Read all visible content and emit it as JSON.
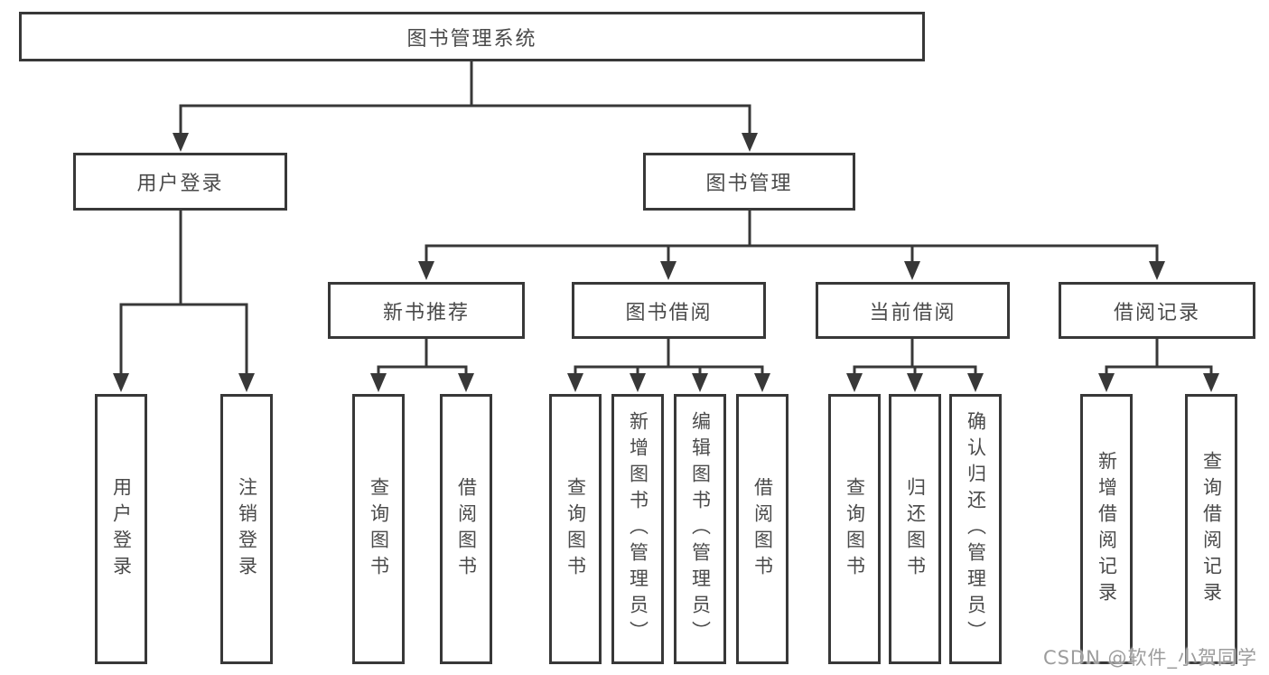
{
  "diagram": {
    "type": "hierarchy",
    "colors": {
      "line": "#383838",
      "box_border": "#383838",
      "box_background": "#ffffff",
      "text": "#4a4a4a",
      "watermark": "#9c9c9c",
      "page_background": "#ffffff"
    },
    "tree": {
      "label": "图书管理系统",
      "children": [
        {
          "label": "用户登录",
          "children": [
            {
              "label": "用户登录"
            },
            {
              "label": "注销登录"
            }
          ]
        },
        {
          "label": "图书管理",
          "children": [
            {
              "label": "新书推荐",
              "children": [
                {
                  "label": "查询图书"
                },
                {
                  "label": "借阅图书"
                }
              ]
            },
            {
              "label": "图书借阅",
              "children": [
                {
                  "label": "查询图书"
                },
                {
                  "label": "新增图书（管理员）"
                },
                {
                  "label": "编辑图书（管理员）"
                },
                {
                  "label": "借阅图书"
                }
              ]
            },
            {
              "label": "当前借阅",
              "children": [
                {
                  "label": "查询图书"
                },
                {
                  "label": "归还图书"
                },
                {
                  "label": "确认归还（管理员）"
                }
              ]
            },
            {
              "label": "借阅记录",
              "children": [
                {
                  "label": "新增借阅记录"
                },
                {
                  "label": "查询借阅记录"
                }
              ]
            }
          ]
        }
      ]
    },
    "watermark": {
      "text": "CSDN @软件_小贺同学"
    }
  }
}
